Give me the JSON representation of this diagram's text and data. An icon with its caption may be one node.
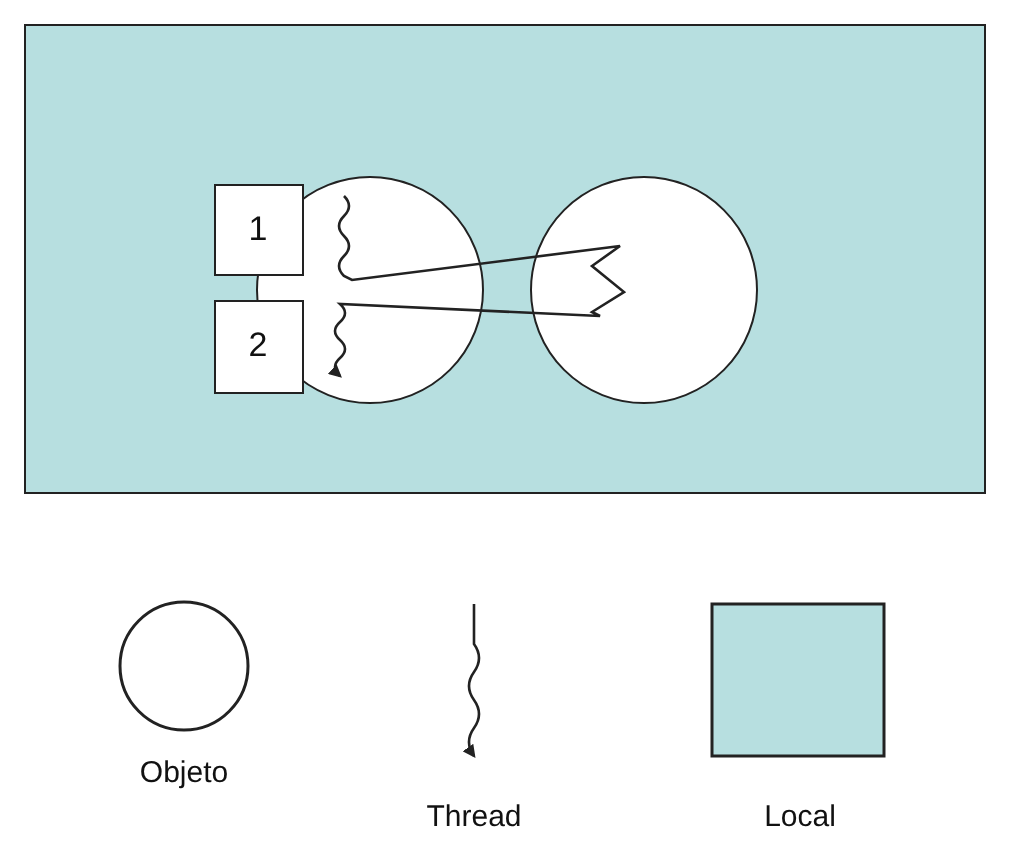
{
  "diagram": {
    "nodes": [
      {
        "text": [],
        "shape": "box"
      },
      {
        "text": [],
        "shape": "circle",
        "in": 0
      },
      {
        "text": [],
        "shape": "circle",
        "in": 0
      },
      {
        "text": [
          "1"
        ],
        "in": 0
      },
      {
        "text": [
          "2"
        ],
        "in": 0
      }
    ],
    "legend": [
      {
        "text": "Objeto"
      },
      {
        "text": "Thread"
      },
      {
        "text": "Local",
        "color": "#b7dfe0"
      }
    ]
  }
}
